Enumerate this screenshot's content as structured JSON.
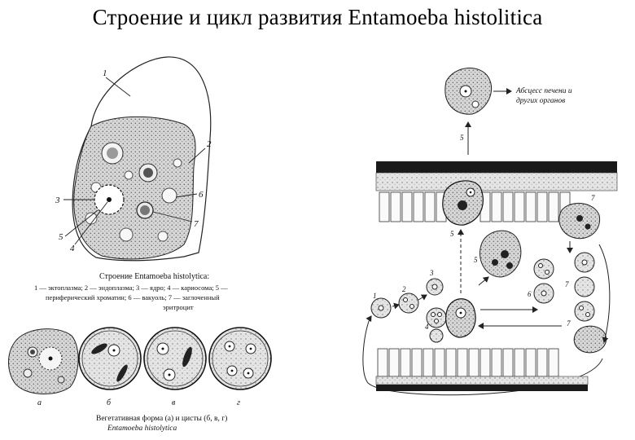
{
  "title": "Строение и цикл развития Entamoeba histolitica",
  "left_figure": {
    "labels": [
      "1",
      "2",
      "3",
      "4",
      "5",
      "6",
      "7"
    ],
    "caption_lines": [
      "Строение Entamoeba histolytica:",
      "1 — эктоплазма; 2 — эндоплазма; 3 — ядро; 4 — кариосома; 5 —",
      "периферический хроматин; 6 — вакуоль; 7 — заглоченный",
      "эритроцит"
    ]
  },
  "bottom_figure": {
    "panel_labels": [
      "а",
      "б",
      "в",
      "г"
    ],
    "caption_lines": [
      "Вегетативная форма (а) и цисты (б, в, г)",
      "Entamoeba histolytica"
    ]
  },
  "right_figure": {
    "annotation_lines": [
      "Абсцесс печени и",
      "других органов"
    ],
    "labels": [
      "5",
      "7",
      "5",
      "5",
      "1",
      "2",
      "3",
      "4",
      "6",
      "7",
      "7"
    ]
  }
}
